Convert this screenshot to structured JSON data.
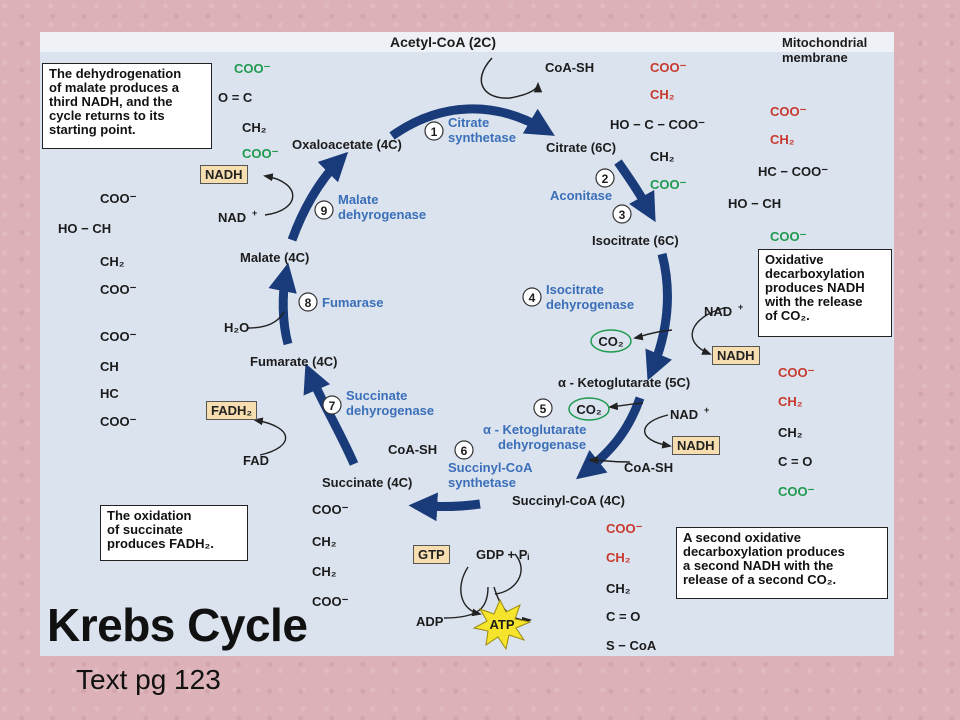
{
  "header": {
    "acetyl": "Acetyl-CoA (2C)",
    "coash_top": "CoA-SH",
    "membrane_1": "Mitochondrial",
    "membrane_2": "membrane"
  },
  "intermediates": {
    "oxaloacetate": "Oxaloacetate (4C)",
    "citrate": "Citrate (6C)",
    "isocitrate": "Isocitrate (6C)",
    "ketoglutarate": "α - Ketoglutarate (5C)",
    "succinyl": "Succinyl-CoA (4C)",
    "succinate": "Succinate (4C)",
    "fumarate": "Fumarate (4C)",
    "malate": "Malate (4C)"
  },
  "steps": [
    {
      "num": "1",
      "enzyme_1": "Citrate",
      "enzyme_2": "synthetase"
    },
    {
      "num": "2",
      "enzyme_1": "Aconitase",
      "enzyme_2": ""
    },
    {
      "num": "3",
      "enzyme_1": "",
      "enzyme_2": ""
    },
    {
      "num": "4",
      "enzyme_1": "Isocitrate",
      "enzyme_2": "dehyrogenase"
    },
    {
      "num": "5",
      "enzyme_1": "α - Ketoglutarate",
      "enzyme_2": "dehyrogenase"
    },
    {
      "num": "6",
      "enzyme_1": "Succinyl-CoA",
      "enzyme_2": "synthetase"
    },
    {
      "num": "7",
      "enzyme_1": "Succinate",
      "enzyme_2": "dehyrogenase"
    },
    {
      "num": "8",
      "enzyme_1": "Fumarase",
      "enzyme_2": ""
    },
    {
      "num": "9",
      "enzyme_1": "Malate",
      "enzyme_2": "dehyrogenase"
    }
  ],
  "cofactors": {
    "nad_plus": "NAD",
    "plus": "+",
    "nadh": "NADH",
    "co2": "CO₂",
    "fad": "FAD",
    "fadh2": "FADH₂",
    "h2o": "H₂O",
    "coash": "CoA-SH",
    "gtp": "GTP",
    "gdp": "GDP + Pᵢ",
    "adp": "ADP",
    "atp": "ATP"
  },
  "notes": {
    "malate": [
      "The dehydrogenation",
      "of malate produces a",
      "third NADH, and the",
      "cycle returns to its",
      "starting point."
    ],
    "isocitrate": [
      "Oxidative",
      "decarboxylation",
      "produces NADH",
      "with the release",
      "of CO₂."
    ],
    "succinate": [
      "The oxidation",
      "of succinate",
      "produces FADH₂."
    ],
    "ketoglutarate": [
      "A second oxidative",
      "decarboxylation produces",
      "a second NADH with the",
      "release of a second CO₂."
    ]
  },
  "structures": {
    "oxaloacetate": [
      "COO⁻",
      "O = C",
      "CH₂",
      "COO⁻"
    ],
    "citrate": [
      "COO⁻",
      "CH₂",
      "HO − C − COO⁻",
      "CH₂",
      "COO⁻"
    ],
    "isocitrate": [
      "COO⁻",
      "CH₂",
      "HC − COO⁻",
      "HO − CH",
      "COO⁻"
    ],
    "ketoglutarate": [
      "COO⁻",
      "CH₂",
      "CH₂",
      "C = O",
      "COO⁻"
    ],
    "succinyl": [
      "COO⁻",
      "CH₂",
      "CH₂",
      "C = O",
      "S − CoA"
    ],
    "succinate": [
      "COO⁻",
      "CH₂",
      "CH₂",
      "COO⁻"
    ],
    "fumarate": [
      "COO⁻",
      "CH",
      "HC",
      "COO⁻"
    ],
    "malate": [
      "COO⁻",
      "HO − CH",
      "CH₂",
      "COO⁻"
    ]
  },
  "title": "Krebs Cycle",
  "footer": "Text pg 123",
  "colors": {
    "arrow": "#1a3b7a",
    "enzyme": "#3b6fb8",
    "panel": "#dbe3ef",
    "slide": "#dcb2b8",
    "tag": "#f7deb0",
    "atp": "#f6e32b"
  }
}
